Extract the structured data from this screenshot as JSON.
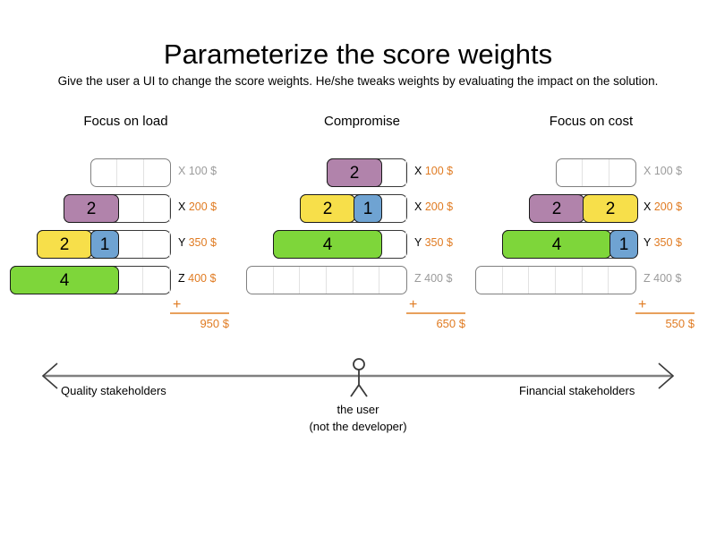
{
  "slide": {
    "title": "Parameterize the score weights",
    "subtitle": "Give the user a UI to change the score weights. He/she tweaks weights by evaluating the impact on the solution."
  },
  "colors": {
    "purple": "#b183ab",
    "yellow": "#f7df4a",
    "blue": "#6fa3d2",
    "green": "#7ed63a",
    "accent_orange": "#e07b22",
    "muted_gray": "#9b9b9b"
  },
  "scenarios": [
    {
      "title": "Focus on load",
      "total_plus": "+",
      "total": "950 $",
      "rows": [
        {
          "letter": "X",
          "amount": "100 $",
          "slots": 3,
          "empty": true,
          "blocks": []
        },
        {
          "letter": "X",
          "amount": "200 $",
          "slots": 4,
          "empty": false,
          "blocks": [
            {
              "value": "2",
              "color": "purple",
              "span": 2
            }
          ]
        },
        {
          "letter": "Y",
          "amount": "350 $",
          "slots": 5,
          "empty": false,
          "blocks": [
            {
              "value": "2",
              "color": "yellow",
              "span": 2
            },
            {
              "value": "1",
              "color": "blue",
              "span": 1
            }
          ]
        },
        {
          "letter": "Z",
          "amount": "400 $",
          "slots": 6,
          "empty": false,
          "blocks": [
            {
              "value": "4",
              "color": "green",
              "span": 4
            }
          ]
        }
      ]
    },
    {
      "title": "Compromise",
      "total_plus": "+",
      "total": "650 $",
      "rows": [
        {
          "letter": "X",
          "amount": "100 $",
          "slots": 3,
          "empty": false,
          "blocks": [
            {
              "value": "2",
              "color": "purple",
              "span": 2
            }
          ]
        },
        {
          "letter": "X",
          "amount": "200 $",
          "slots": 4,
          "empty": false,
          "blocks": [
            {
              "value": "2",
              "color": "yellow",
              "span": 2
            },
            {
              "value": "1",
              "color": "blue",
              "span": 1
            }
          ]
        },
        {
          "letter": "Y",
          "amount": "350 $",
          "slots": 5,
          "empty": false,
          "blocks": [
            {
              "value": "4",
              "color": "green",
              "span": 4
            }
          ]
        },
        {
          "letter": "Z",
          "amount": "400 $",
          "slots": 6,
          "empty": true,
          "blocks": []
        }
      ]
    },
    {
      "title": "Focus on cost",
      "total_plus": "+",
      "total": "550 $",
      "rows": [
        {
          "letter": "X",
          "amount": "100 $",
          "slots": 3,
          "empty": true,
          "blocks": []
        },
        {
          "letter": "X",
          "amount": "200 $",
          "slots": 4,
          "empty": false,
          "blocks": [
            {
              "value": "2",
              "color": "purple",
              "span": 2
            },
            {
              "value": "2",
              "color": "yellow",
              "span": 2
            }
          ]
        },
        {
          "letter": "Y",
          "amount": "350 $",
          "slots": 5,
          "empty": false,
          "blocks": [
            {
              "value": "4",
              "color": "green",
              "span": 4
            },
            {
              "value": "1",
              "color": "blue",
              "span": 1
            }
          ]
        },
        {
          "letter": "Z",
          "amount": "400 $",
          "slots": 6,
          "empty": true,
          "blocks": []
        }
      ]
    }
  ],
  "axis": {
    "left_label": "Quality stakeholders",
    "right_label": "Financial stakeholders",
    "figure_icon": "stick-figure-icon",
    "caption_line1": "the user",
    "caption_line2": "(not the developer)"
  }
}
